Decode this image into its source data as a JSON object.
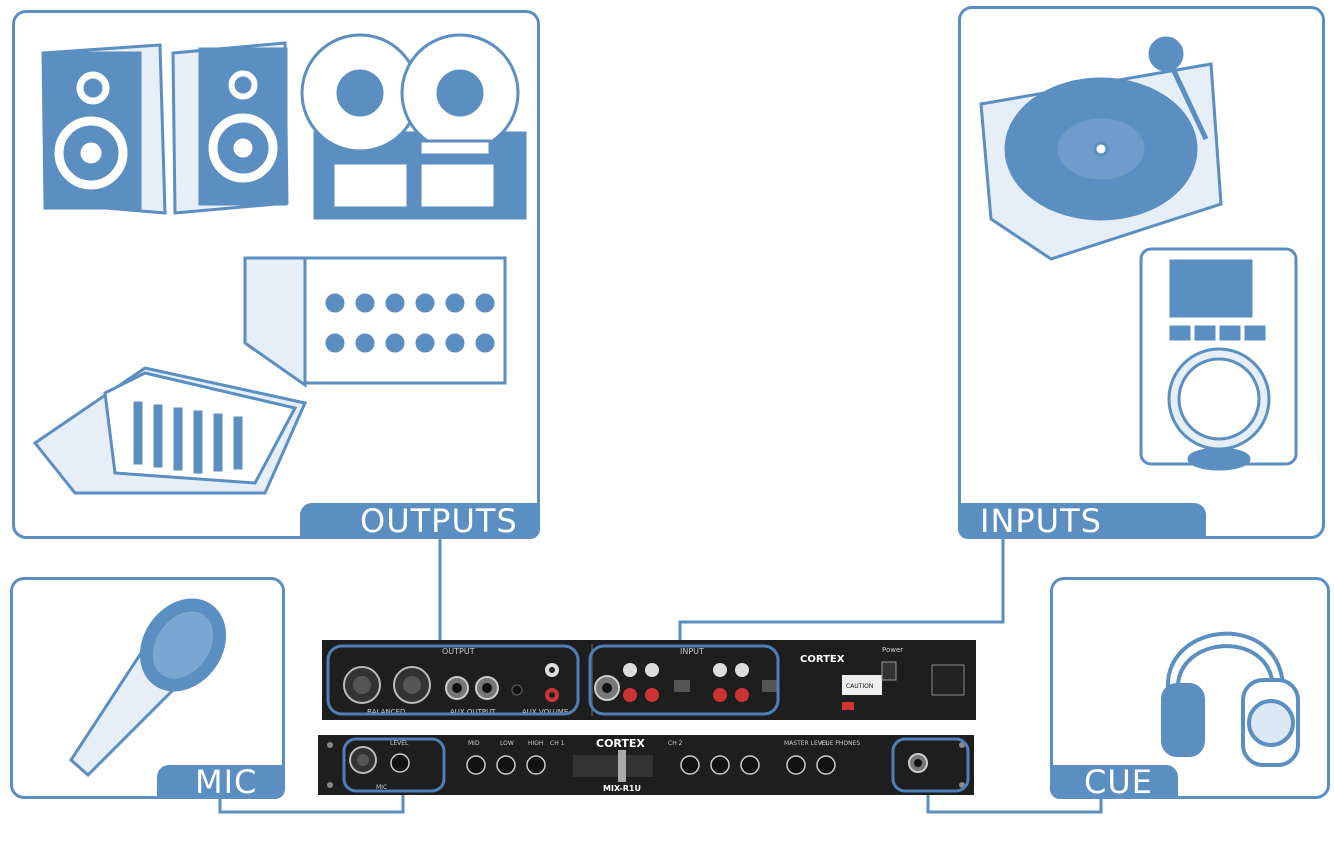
{
  "panels": {
    "outputs": {
      "label": "OUTPUTS"
    },
    "inputs": {
      "label": "INPUTS"
    },
    "mic": {
      "label": "MIC"
    },
    "cue": {
      "label": "CUE"
    }
  },
  "rear_panel": {
    "output_label": "OUTPUT",
    "balanced_label": "BALANCED",
    "aux_output_label": "AUX OUTPUT",
    "aux_volume_label": "AUX VOLUME",
    "input_label": "INPUT",
    "brand": "CORTEX",
    "power_label": "Power",
    "caution_label": "CAUTION"
  },
  "front_panel": {
    "brand": "CORTEX",
    "model": "MIX-R1U",
    "ch1_label": "CH 1",
    "ch2_label": "CH 2",
    "level_label": "LEVEL",
    "mid_label": "MID",
    "low_label": "LOW",
    "high_label": "HIGH",
    "master_level_label": "MASTER LEVEL",
    "cue_label": "CUE PHONES",
    "mic_label": "MIC"
  },
  "colors": {
    "accent": "#5b8ec1",
    "panel_fill": "#ffffff",
    "device": "#1e1e1e",
    "highlight": "#4f7fb8"
  }
}
